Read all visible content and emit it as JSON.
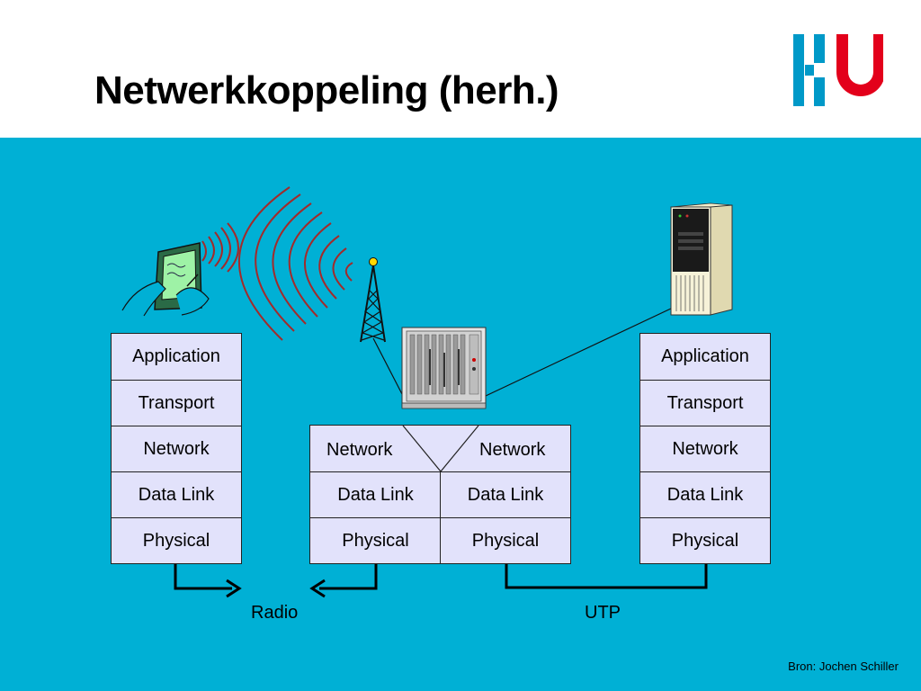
{
  "title": "Netwerkkoppeling (herh.)",
  "logo_colors": {
    "bars": "#0099c8",
    "u": "#e3001b"
  },
  "colors": {
    "background": "#00b0d5",
    "layer_fill": "#e2e2fb",
    "radio_waves": "#a32a2a",
    "line": "#111111"
  },
  "left_stack": [
    "Application",
    "Transport",
    "Network",
    "Data Link",
    "Physical"
  ],
  "router": {
    "network_left": "Network",
    "network_right": "Network",
    "datalink_left": "Data Link",
    "datalink_right": "Data Link",
    "physical_left": "Physical",
    "physical_right": "Physical"
  },
  "right_stack": [
    "Application",
    "Transport",
    "Network",
    "Data Link",
    "Physical"
  ],
  "links": {
    "radio": "Radio",
    "utp": "UTP"
  },
  "credit": "Bron: Jochen Schiller",
  "icons": [
    "handheld-device-icon",
    "radio-tower-icon",
    "switch-rack-icon",
    "server-tower-icon"
  ]
}
